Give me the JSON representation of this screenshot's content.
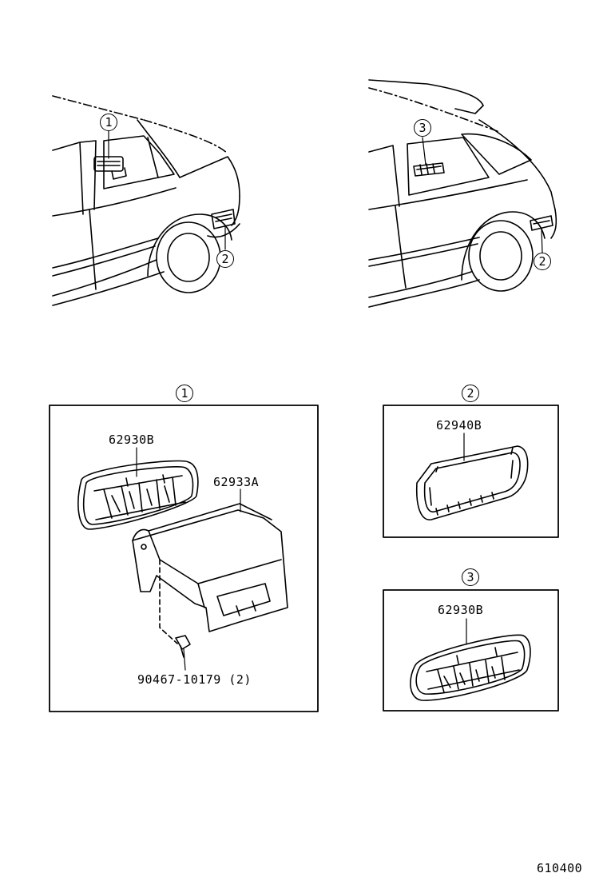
{
  "callouts": {
    "sedan_vent_upper": "1",
    "sedan_vent_lower": "2",
    "wagon_vent_upper": "3",
    "wagon_vent_lower": "2",
    "panel1": "1",
    "panel2": "2",
    "panel3": "3"
  },
  "parts": {
    "panel1_outlet": "62930B",
    "panel1_duct": "62933A",
    "panel1_clip": "90467-10179 (2)",
    "panel2_outlet": "62940B",
    "panel3_outlet": "62930B"
  },
  "page_code": "610400"
}
